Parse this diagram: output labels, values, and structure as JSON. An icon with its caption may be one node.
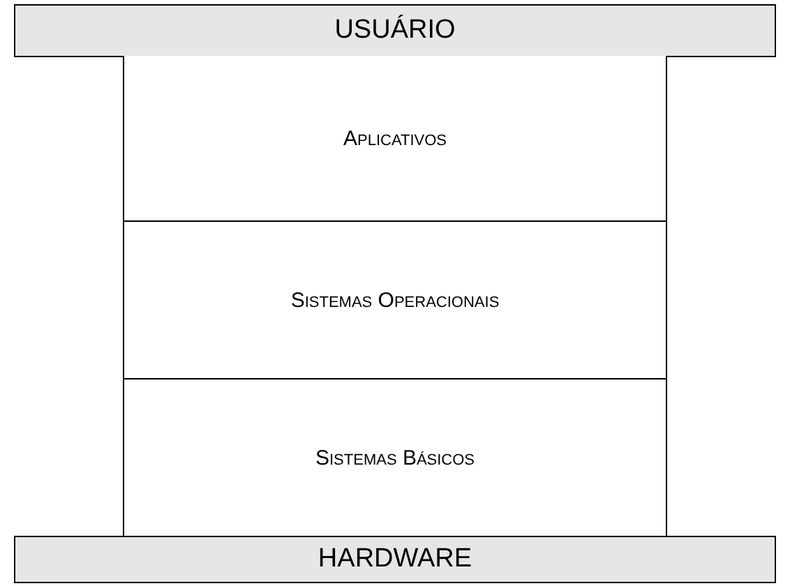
{
  "diagram": {
    "nodes": [
      {
        "text": [
          "USUÁRIO"
        ]
      },
      {
        "text": [
          "Aplicativos"
        ]
      },
      {
        "text": [
          "Sistemas Operacionais"
        ]
      },
      {
        "text": [
          "Sistemas Básicos"
        ]
      },
      {
        "text": [
          "HARDWARE"
        ]
      }
    ],
    "edges": []
  }
}
